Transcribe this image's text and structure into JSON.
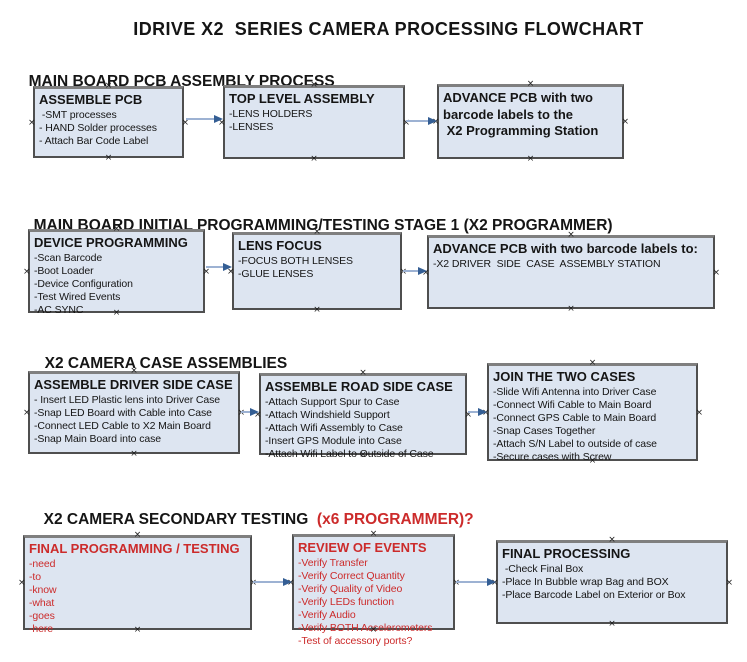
{
  "title": "IDRIVE X2  SERIES CAMERA PROCESSING FLOWCHART",
  "icons": {
    "connector_handle": "×"
  },
  "colors": {
    "box_fill": "#dde5f1",
    "box_border": "#4f4f4f",
    "box_border_top": "#7f7f7f",
    "arrow_line": "#9db2d3",
    "arrow_head": "#345e94",
    "red": "#cc2b2b",
    "text": "#151515"
  },
  "sections": [
    {
      "heading": "MAIN BOARD PCB ASSEMBLY PROCESS",
      "boxes": [
        {
          "title": "ASSEMBLE PCB",
          "items": [
            " -SMT processes",
            "- HAND Solder processes",
            "- Attach Bar Code Label"
          ]
        },
        {
          "title": "TOP LEVEL ASSEMBLY",
          "items": [
            "-LENS HOLDERS",
            "-LENSES"
          ]
        },
        {
          "title": "ADVANCE PCB with two",
          "items": [
            "barcode labels to the",
            " X2 Programming Station"
          ]
        }
      ]
    },
    {
      "heading": "MAIN BOARD INITIAL PROGRAMMING/TESTING STAGE 1 (X2 PROGRAMMER)",
      "boxes": [
        {
          "title": "DEVICE PROGRAMMING",
          "items": [
            "-Scan Barcode",
            "-Boot Loader",
            "-Device Configuration",
            "-Test Wired Events",
            "-AC SYNC"
          ]
        },
        {
          "title": "LENS FOCUS",
          "items": [
            "-FOCUS BOTH LENSES",
            "-GLUE LENSES"
          ]
        },
        {
          "title": "ADVANCE PCB with two barcode labels to:",
          "items": [
            "-X2 DRIVER  SIDE  CASE  ASSEMBLY STATION"
          ]
        }
      ]
    },
    {
      "heading": "X2 CAMERA CASE ASSEMBLIES",
      "boxes": [
        {
          "title": "ASSEMBLE DRIVER SIDE CASE",
          "items": [
            "- Insert LED Plastic lens into Driver Case",
            "-Snap LED Board with Cable into Case",
            "-Connect LED Cable to X2 Main Board",
            "-Snap Main Board into case"
          ]
        },
        {
          "title": "ASSEMBLE ROAD SIDE CASE",
          "items": [
            "-Attach Support Spur to Case",
            "-Attach Windshield Support",
            "-Attach Wifi Assembly to Case",
            "-Insert GPS Module into Case",
            "-Attach Wifi Label to Outside of Case"
          ]
        },
        {
          "title": "JOIN THE TWO CASES",
          "items": [
            "-Slide Wifi Antenna into Driver Case",
            "-Connect Wifi Cable to Main Board",
            "-Connect GPS Cable to Main Board",
            "-Snap Cases Together",
            "-Attach S/N Label to outside of case",
            "-Secure cases with Screw"
          ]
        }
      ]
    },
    {
      "heading": "X2 CAMERA SECONDARY TESTING  ",
      "heading_red": "(x6 PROGRAMMER)?",
      "boxes": [
        {
          "title": "FINAL PROGRAMMING / TESTING",
          "items": [
            "-need",
            "-to",
            "-know",
            "-what",
            "-goes",
            "-here"
          ]
        },
        {
          "title": "REVIEW OF EVENTS",
          "items": [
            "-Verify Transfer",
            "-Verify Correct Quantity",
            "-Verify Quality of Video",
            "-Verify LEDs function",
            "-Verify Audio",
            "-Verify BOTH Accelerometers",
            "-Test of accessory ports?"
          ]
        },
        {
          "title": "FINAL PROCESSING",
          "items": [
            " -Check Final Box",
            "-Place In Bubble wrap Bag and BOX",
            "-Place Barcode Label on Exterior or Box"
          ]
        }
      ]
    }
  ]
}
